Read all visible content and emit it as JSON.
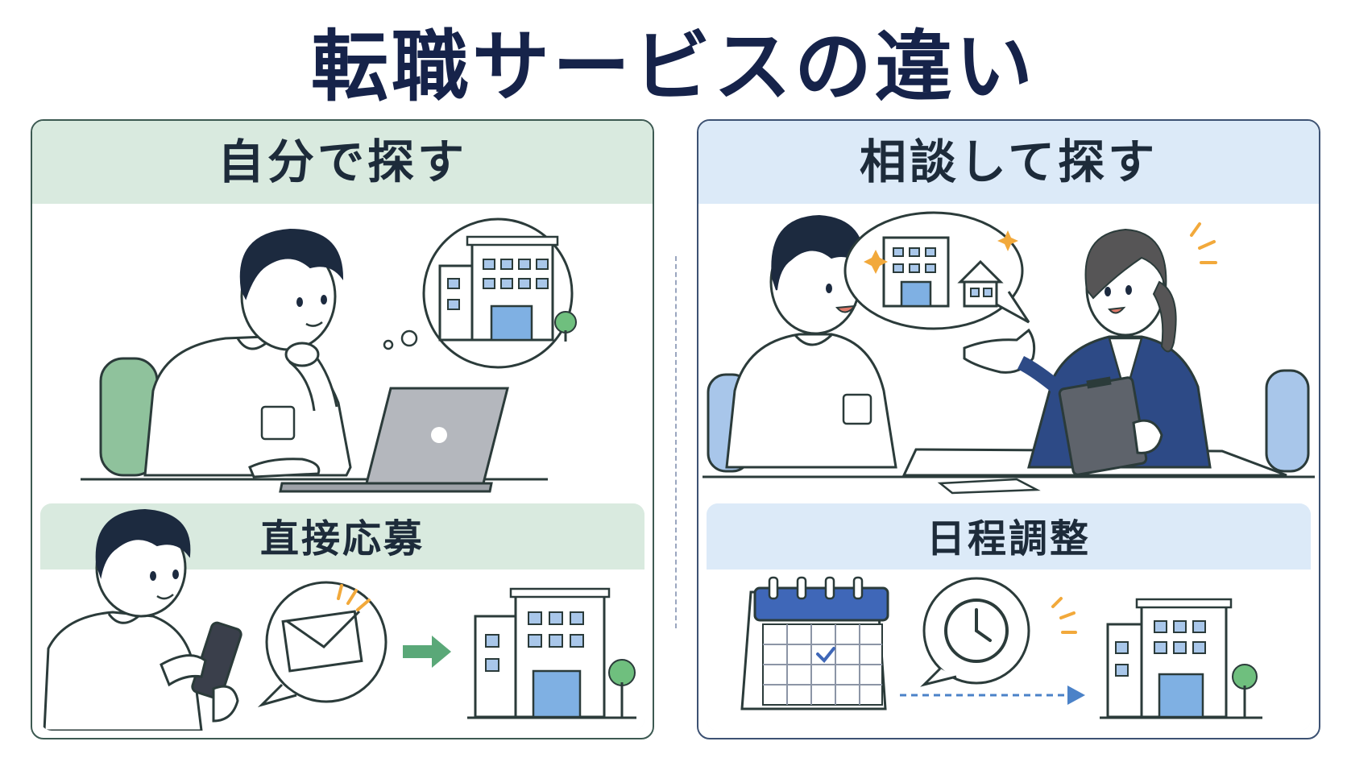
{
  "title": "転職サービスの違い",
  "left": {
    "heading": "自分で探す",
    "sub_heading": "直接応募"
  },
  "right": {
    "heading": "相談して探す",
    "sub_heading": "日程調整"
  },
  "colors": {
    "navy": "#16234a",
    "green_header": "#d9eadf",
    "blue_header": "#dceaf8",
    "arrow_green": "#5aa878",
    "arrow_blue": "#4b82c8",
    "accent_orange": "#f2a93b"
  }
}
